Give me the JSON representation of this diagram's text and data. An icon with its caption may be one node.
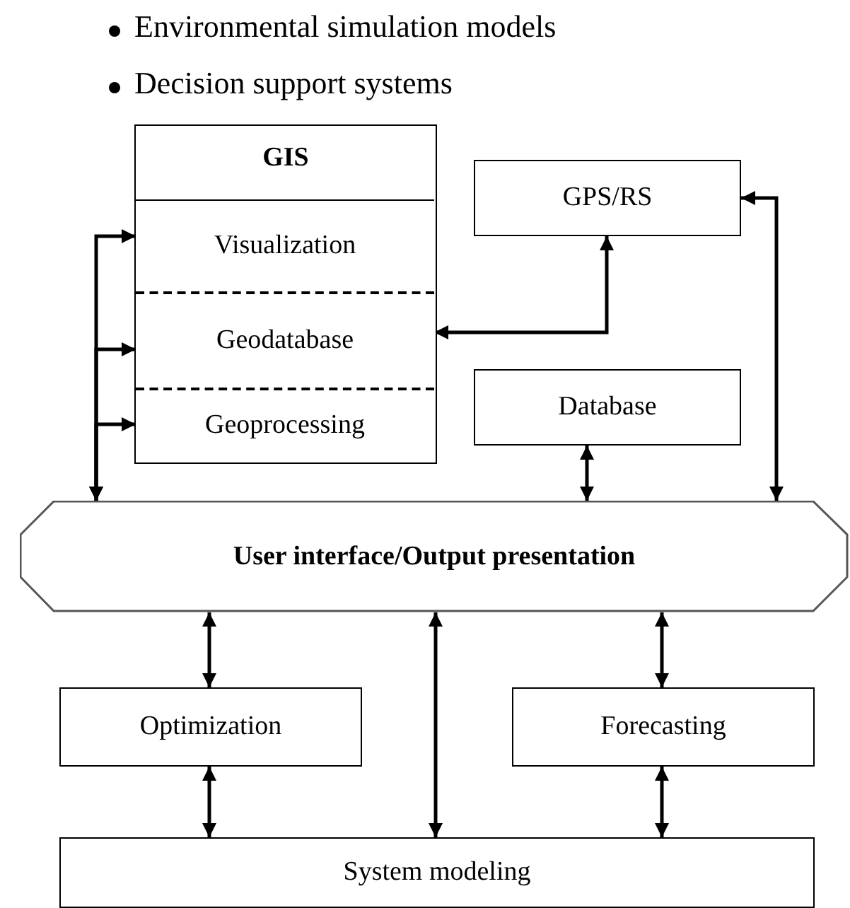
{
  "diagram": {
    "nodes": [
      {
        "text": [
          "GIS"
        ]
      },
      {
        "text": [
          "Visualization"
        ],
        "in": 0
      },
      {
        "text": [
          "Geodatabase"
        ],
        "in": 0
      },
      {
        "text": [
          "Geoprocessing"
        ],
        "in": 0
      },
      {
        "text": [
          "GPS/RS"
        ]
      },
      {
        "text": [
          "Database"
        ]
      },
      {
        "text": [
          "User interface/Output presentation"
        ]
      },
      {
        "text": [
          "Optimization"
        ]
      },
      {
        "text": [
          "Forecasting"
        ]
      },
      {
        "text": [
          "System modeling"
        ]
      }
    ],
    "edges": [
      {
        "from": 6,
        "to": 1,
        "arrow": "both"
      },
      {
        "from": 6,
        "to": 2,
        "arrow": "both"
      },
      {
        "from": 6,
        "to": 3,
        "arrow": "both"
      },
      {
        "from": 2,
        "to": 4,
        "arrow": "both"
      },
      {
        "from": 4,
        "to": 6,
        "arrow": "both"
      },
      {
        "from": 5,
        "to": 6,
        "arrow": "both"
      },
      {
        "from": 6,
        "to": 7,
        "arrow": "both"
      },
      {
        "from": 6,
        "to": 9,
        "arrow": "both"
      },
      {
        "from": 6,
        "to": 8,
        "arrow": "both"
      },
      {
        "from": 7,
        "to": 9,
        "arrow": "both"
      },
      {
        "from": 8,
        "to": 9,
        "arrow": "both"
      }
    ],
    "labels": [
      "Environmental simulation models",
      "Decision support systems"
    ]
  }
}
